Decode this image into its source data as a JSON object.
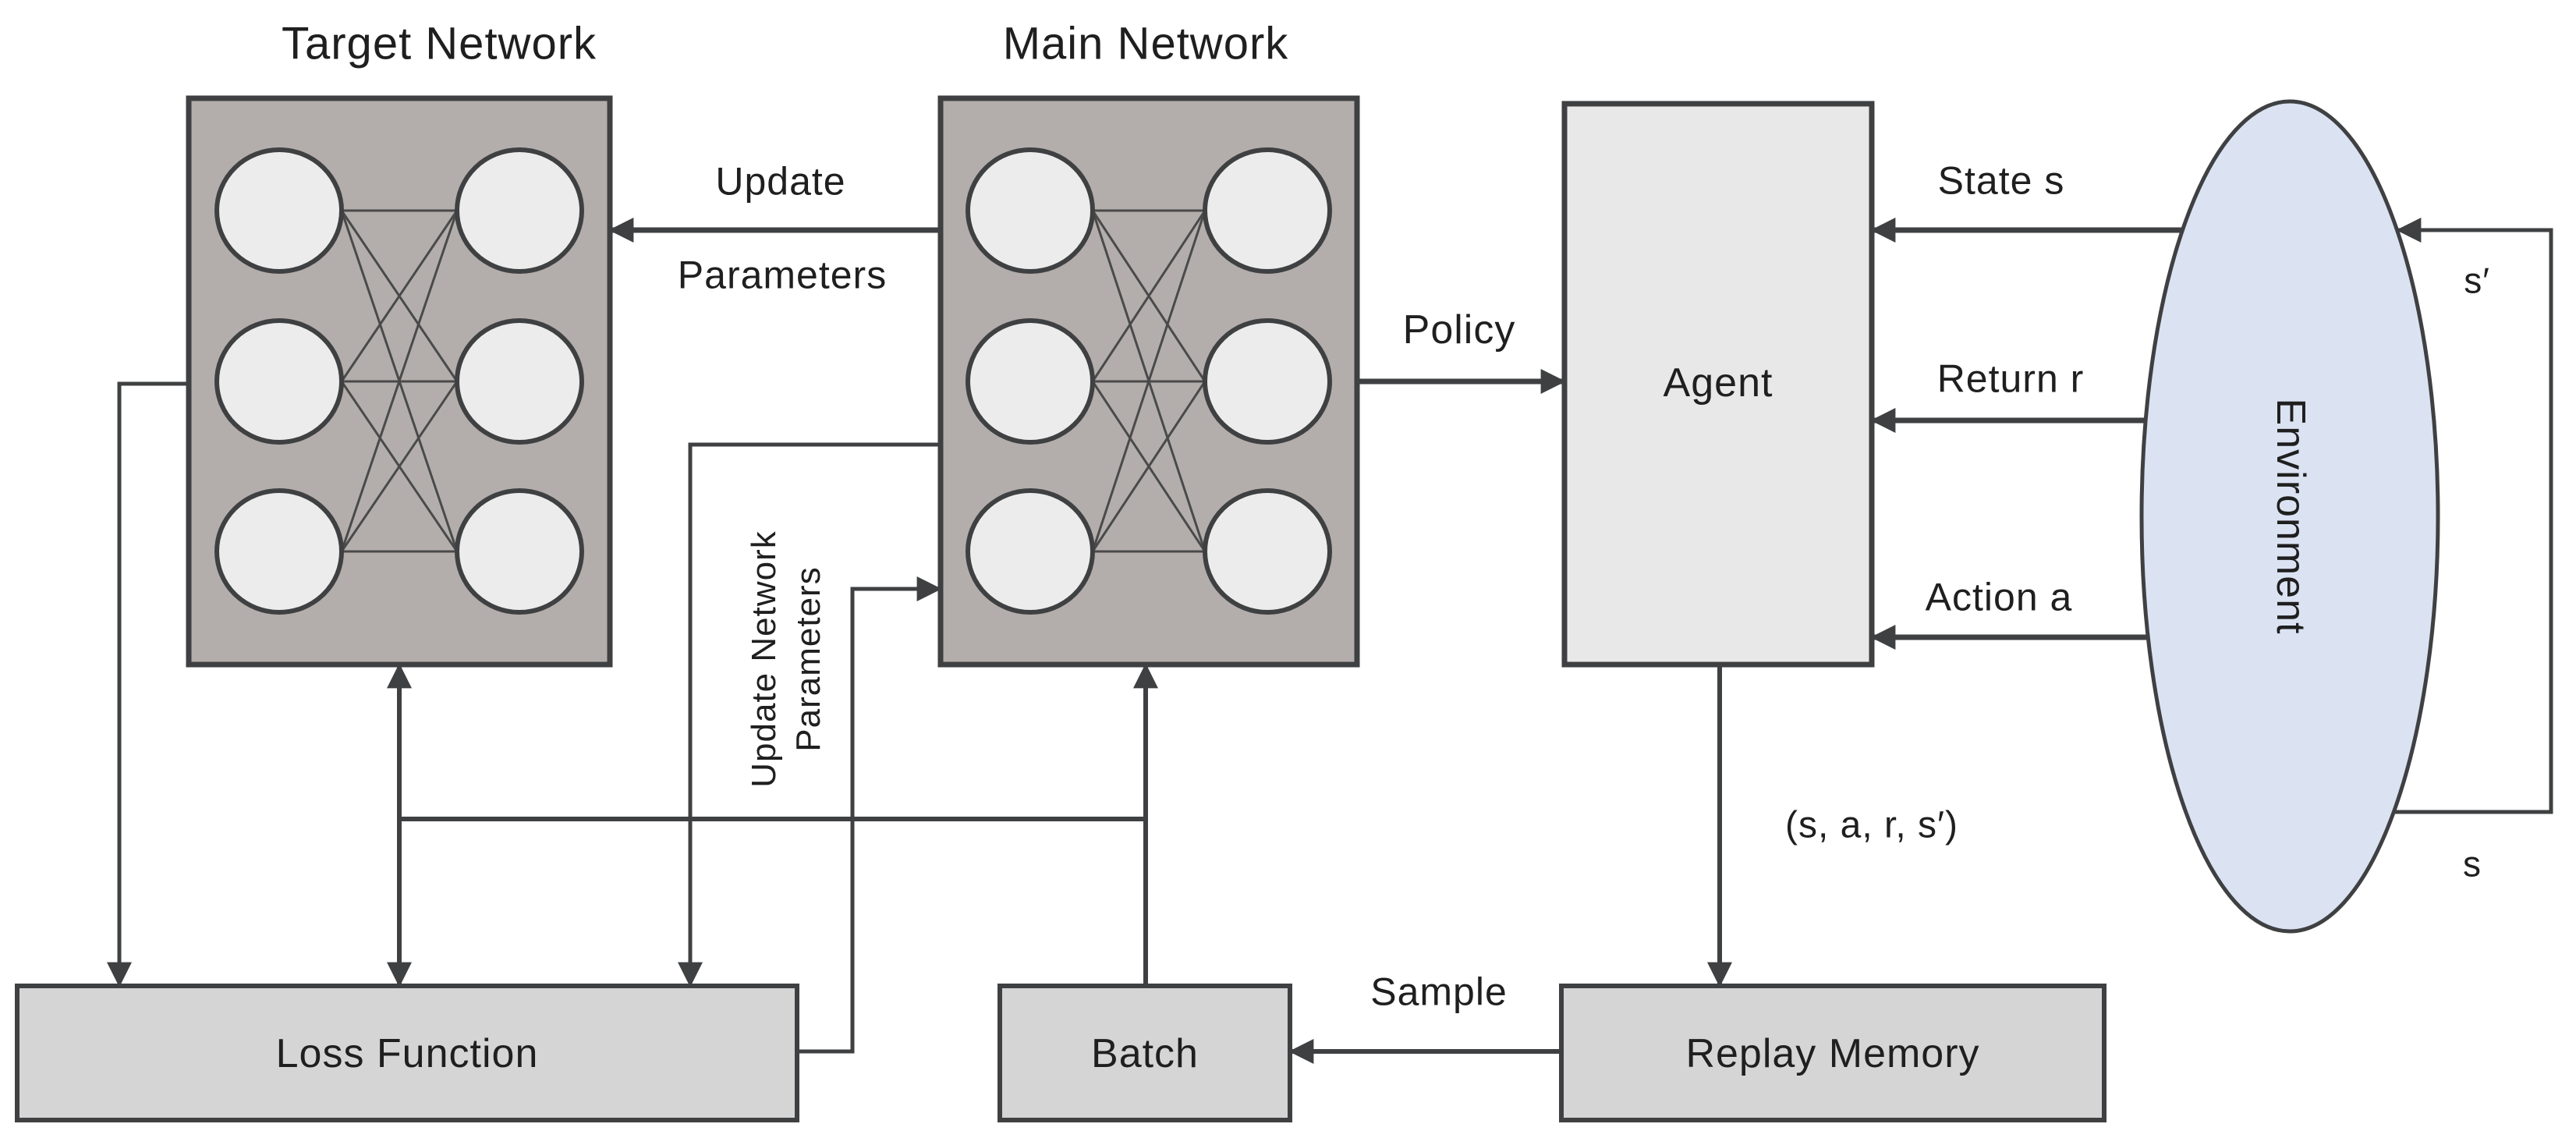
{
  "titles": {
    "target_network": "Target Network",
    "main_network": "Main Network"
  },
  "nodes": {
    "agent": "Agent",
    "environment": "Environment",
    "loss_function": "Loss Function",
    "batch": "Batch",
    "replay_memory": "Replay Memory"
  },
  "edge_labels": {
    "update_parameters_line1": "Update",
    "update_parameters_line2": "Parameters",
    "policy": "Policy",
    "state": "State s",
    "return": "Return r",
    "action": "Action a",
    "next_state": "s′",
    "current_state": "s",
    "experience_tuple": "(s, a, r, s′)",
    "sample": "Sample",
    "update_network_line1": "Update Network",
    "update_network_line2": "Parameters"
  },
  "colors": {
    "network_box_fill": "#b3aeac",
    "neuron_fill": "#ececec",
    "agent_fill": "#e9e8e8",
    "process_box_fill": "#d6d5d5",
    "environment_fill": "#dbe3f3",
    "line": "#3f4042",
    "text": "#1f1f1f"
  }
}
